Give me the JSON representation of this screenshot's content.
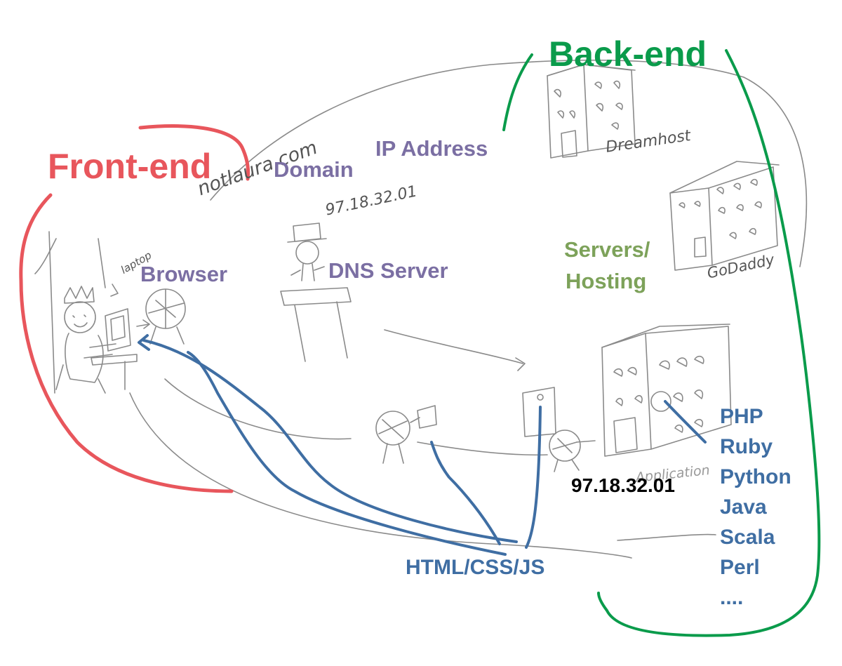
{
  "regions": {
    "frontend": "Front-end",
    "backend": "Back-end"
  },
  "labels": {
    "domain": "Domain",
    "ip_address": "IP Address",
    "browser": "Browser",
    "dns_server": "DNS Server",
    "servers_hosting_line1": "Servers/",
    "servers_hosting_line2": "Hosting",
    "html_css_js": "HTML/CSS/JS",
    "server_ip": "97.18.32.01"
  },
  "handwritten": {
    "domain_name": "notlaura.com",
    "ip": "97.18.32.01",
    "laptop": "laptop",
    "host1": "Dreamhost",
    "host2": "GoDaddy",
    "host3": "Application"
  },
  "languages": [
    "PHP",
    "Ruby",
    "Python",
    "Java",
    "Scala",
    "Perl",
    "...."
  ],
  "colors": {
    "frontend": "#e8565c",
    "backend": "#0a9b4b",
    "concept": "#7b6fa3",
    "hosting": "#7da25a",
    "flow": "#3f6ea3",
    "sketch": "#777777"
  }
}
